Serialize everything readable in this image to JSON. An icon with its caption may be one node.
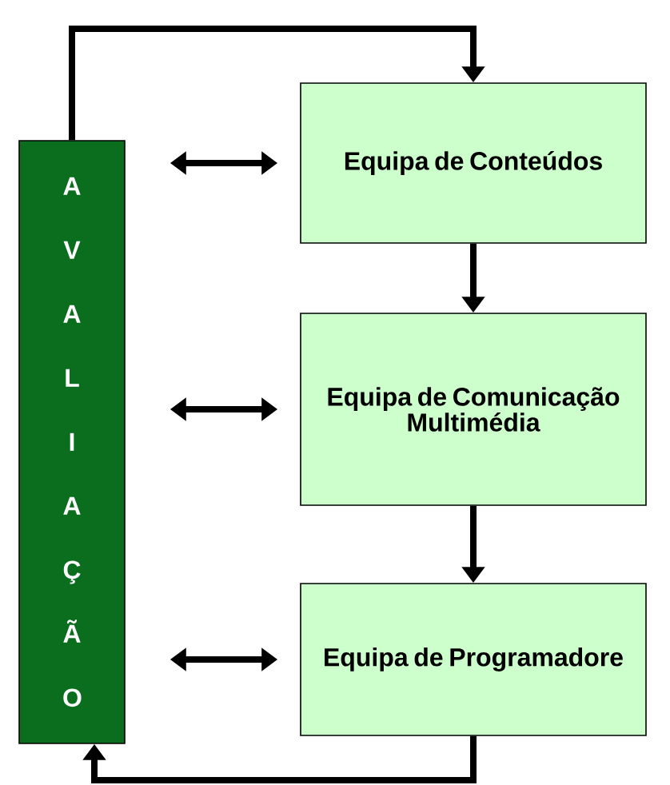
{
  "diagram": {
    "nodes": [
      {
        "text": [
          "A V A L I A Ç Ã O"
        ]
      },
      {
        "text": [
          "Equipa de Conteúdos"
        ]
      },
      {
        "text": [
          "Equipa de Comunicação Multimédia"
        ]
      },
      {
        "text": [
          "Equipa de Programadore"
        ]
      }
    ],
    "edges": [
      {
        "from": 0,
        "to": 1,
        "arrow": "to"
      },
      {
        "from": 0,
        "to": 1,
        "arrow": "both"
      },
      {
        "from": 1,
        "to": 2,
        "arrow": "to"
      },
      {
        "from": 0,
        "to": 2,
        "arrow": "both"
      },
      {
        "from": 2,
        "to": 3,
        "arrow": "to"
      },
      {
        "from": 0,
        "to": 3,
        "arrow": "both"
      },
      {
        "from": 3,
        "to": 0,
        "arrow": "to"
      }
    ]
  }
}
